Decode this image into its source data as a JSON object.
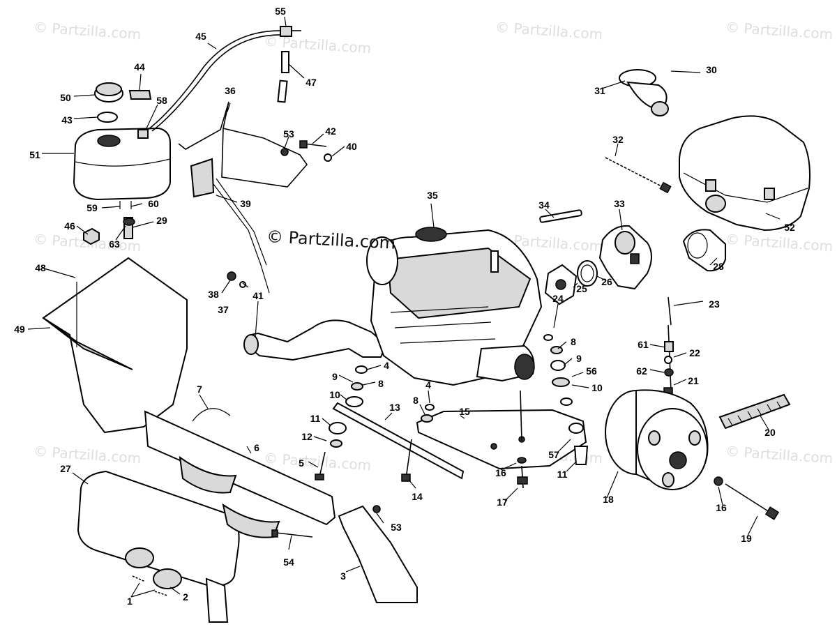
{
  "watermarks": {
    "corner": "© Partzilla.com",
    "center": "© Partzilla.com"
  },
  "callouts": [
    {
      "id": "c-1",
      "text": "1"
    },
    {
      "id": "c-2",
      "text": "2"
    },
    {
      "id": "c-3",
      "text": "3"
    },
    {
      "id": "c-4a",
      "text": "4"
    },
    {
      "id": "c-4b",
      "text": "4"
    },
    {
      "id": "c-5",
      "text": "5"
    },
    {
      "id": "c-6",
      "text": "6"
    },
    {
      "id": "c-7",
      "text": "7"
    },
    {
      "id": "c-8a",
      "text": "8"
    },
    {
      "id": "c-8b",
      "text": "8"
    },
    {
      "id": "c-8c",
      "text": "8"
    },
    {
      "id": "c-9a",
      "text": "9"
    },
    {
      "id": "c-9b",
      "text": "9"
    },
    {
      "id": "c-10a",
      "text": "10"
    },
    {
      "id": "c-10b",
      "text": "10"
    },
    {
      "id": "c-11a",
      "text": "11"
    },
    {
      "id": "c-11b",
      "text": "11"
    },
    {
      "id": "c-12",
      "text": "12"
    },
    {
      "id": "c-13",
      "text": "13"
    },
    {
      "id": "c-14",
      "text": "14"
    },
    {
      "id": "c-15",
      "text": "15"
    },
    {
      "id": "c-16a",
      "text": "16"
    },
    {
      "id": "c-16b",
      "text": "16"
    },
    {
      "id": "c-17",
      "text": "17"
    },
    {
      "id": "c-18",
      "text": "18"
    },
    {
      "id": "c-19",
      "text": "19"
    },
    {
      "id": "c-20",
      "text": "20"
    },
    {
      "id": "c-21",
      "text": "21"
    },
    {
      "id": "c-22",
      "text": "22"
    },
    {
      "id": "c-23",
      "text": "23"
    },
    {
      "id": "c-24",
      "text": "24"
    },
    {
      "id": "c-25",
      "text": "25"
    },
    {
      "id": "c-26",
      "text": "26"
    },
    {
      "id": "c-27",
      "text": "27"
    },
    {
      "id": "c-28",
      "text": "28"
    },
    {
      "id": "c-29",
      "text": "29"
    },
    {
      "id": "c-30",
      "text": "30"
    },
    {
      "id": "c-31",
      "text": "31"
    },
    {
      "id": "c-32",
      "text": "32"
    },
    {
      "id": "c-33",
      "text": "33"
    },
    {
      "id": "c-34",
      "text": "34"
    },
    {
      "id": "c-35",
      "text": "35"
    },
    {
      "id": "c-36",
      "text": "36"
    },
    {
      "id": "c-37",
      "text": "37"
    },
    {
      "id": "c-38",
      "text": "38"
    },
    {
      "id": "c-39",
      "text": "39"
    },
    {
      "id": "c-40",
      "text": "40"
    },
    {
      "id": "c-41",
      "text": "41"
    },
    {
      "id": "c-42",
      "text": "42"
    },
    {
      "id": "c-43",
      "text": "43"
    },
    {
      "id": "c-44",
      "text": "44"
    },
    {
      "id": "c-45",
      "text": "45"
    },
    {
      "id": "c-46",
      "text": "46"
    },
    {
      "id": "c-47",
      "text": "47"
    },
    {
      "id": "c-48",
      "text": "48"
    },
    {
      "id": "c-49",
      "text": "49"
    },
    {
      "id": "c-50",
      "text": "50"
    },
    {
      "id": "c-51",
      "text": "51"
    },
    {
      "id": "c-52",
      "text": "52"
    },
    {
      "id": "c-53a",
      "text": "53"
    },
    {
      "id": "c-53b",
      "text": "53"
    },
    {
      "id": "c-54",
      "text": "54"
    },
    {
      "id": "c-55",
      "text": "55"
    },
    {
      "id": "c-56",
      "text": "56"
    },
    {
      "id": "c-57",
      "text": "57"
    },
    {
      "id": "c-58",
      "text": "58"
    },
    {
      "id": "c-59",
      "text": "59"
    },
    {
      "id": "c-60",
      "text": "60"
    },
    {
      "id": "c-61",
      "text": "61"
    },
    {
      "id": "c-62",
      "text": "62"
    },
    {
      "id": "c-63",
      "text": "63"
    }
  ]
}
